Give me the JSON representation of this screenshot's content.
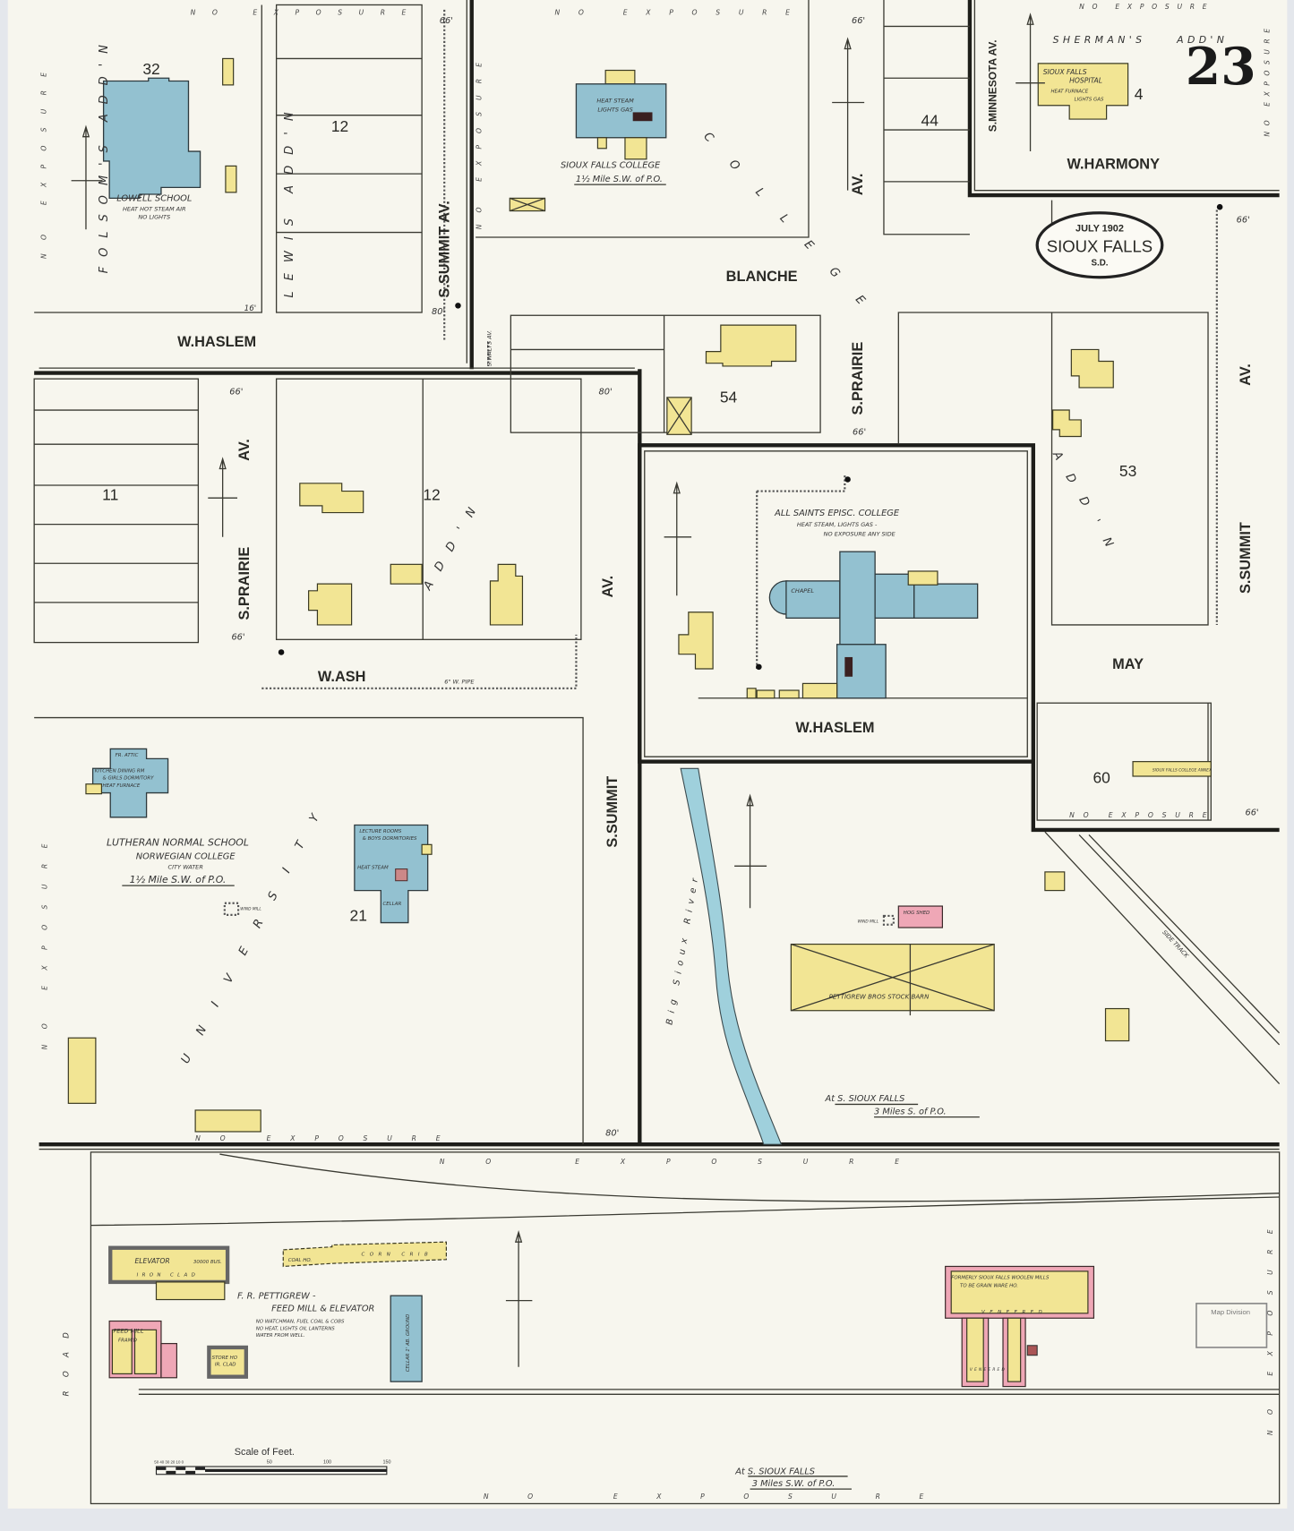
{
  "sheet": {
    "number": "23",
    "date": "JULY 1902",
    "city": "SIOUX FALLS",
    "state": "S.D.",
    "stamp": "Map Division"
  },
  "colors": {
    "brick": "#efa7b6",
    "frame": "#f2e594",
    "stone_or_special": "#93c1d0",
    "river": "#9fd0dc",
    "paper": "#f7f6ee"
  },
  "streets": {
    "w_haslem": "W.HASLEM",
    "s_summit_av": "S.SUMMIT AV.",
    "blanche": "BLANCHE",
    "s_prairie": "S.PRAIRIE",
    "av": "AV.",
    "s_minnesota_av": "S.MINNESOTA AV.",
    "w_harmony": "W.HARMONY",
    "w_ash": "W.ASH",
    "s_summit": "S.SUMMIT",
    "may": "MAY",
    "s_walts_av": "S.WALTS AV.",
    "road": "ROAD",
    "side_track": "SIDE TRACK",
    "river": "Big Sioux River"
  },
  "blocks": [
    "32",
    "12",
    "44",
    "4",
    "54",
    "53",
    "11",
    "12",
    "21",
    "60"
  ],
  "additions": {
    "folsoms": "FOLSOM'S ADD'N",
    "lewis": "LEWIS ADD'N",
    "college": "COLLEGE",
    "shermans": "SHERMAN'S",
    "addn": "ADD'N",
    "university": "UNIVERSITY"
  },
  "no_exposure": "NO EXPOSURE",
  "pipe": "6\" W. PIPE",
  "widths": {
    "w66": "66'",
    "w80": "80'",
    "w16": "16'"
  },
  "buildings": {
    "lowell": {
      "name": "LOWELL SCHOOL",
      "note": "HEAT HOT STEAM AIR",
      "note2": "NO LIGHTS"
    },
    "sf_college": {
      "name": "SIOUX FALLS COLLEGE",
      "dist": "1½ Mile S.W. of P.O.",
      "note": "HEAT STEAM",
      "note2": "LIGHTS GAS"
    },
    "hospital": {
      "name": "SIOUX FALLS",
      "name2": "HOSPITAL",
      "note": "HEAT FURNACE",
      "note2": "LIGHTS GAS"
    },
    "all_saints": {
      "name": "ALL SAINTS EPISC. COLLEGE",
      "note": "HEAT STEAM, LIGHTS GAS -",
      "note2": "NO EXPOSURE ANY SIDE",
      "chapel": "CHAPEL"
    },
    "lutheran": {
      "name": "LUTHERAN NORMAL SCHOOL",
      "name2": "NORWEGIAN COLLEGE",
      "note": "CITY WATER",
      "dist": "1½ Mile S.W. of P.O."
    },
    "kitchen": {
      "name": "KITCHEN DINING RM",
      "name2": "& GIRLS DORMITORY",
      "note": "HEAT FURNACE",
      "attic": "FR. ATTIC"
    },
    "lecture": {
      "name": "LECTURE ROOMS",
      "name2": "& BOYS DORMITORIES",
      "note": "HEAT STEAM",
      "cellar": "CELLAR"
    },
    "wind_mill": "WIND MILL",
    "hog_shed": "HOG SHED",
    "stock_barn": "PETTIGREW BROS STOCK BARN",
    "s_sioux_1": {
      "line1": "At S. SIOUX FALLS",
      "line2": "3 Miles S. of P.O."
    },
    "annex": "SIOUX FALLS COLLEGE ANNEX",
    "elevator": {
      "name": "ELEVATOR",
      "cap": "30000 BUS.",
      "clad": "IRON  CLAD"
    },
    "pettigrew": {
      "name": "F. R. PETTIGREW -",
      "name2": "FEED MILL & ELEVATOR",
      "n1": "NO WATCHMAN, FUEL COAL & COBS",
      "n2": "NO HEAT, LIGHTS OIL LANTERNS",
      "n3": "WATER FROM WELL."
    },
    "feed_mill": {
      "name": "FEED MILL",
      "name2": "FRAM'D"
    },
    "store": {
      "name": "STORE HO",
      "name2": "IR. CLAD"
    },
    "coal": "COAL HO.",
    "corn_crib": "CORN CRIB",
    "cellar": "CELLAR 1' AB. GROUND",
    "woolen": {
      "name": "FORMERLY SIOUX FALLS WOOLEN MILLS",
      "name2": "TO BE GRAIN WARE HO.",
      "veneer": "VENEERED"
    },
    "s_sioux_2": {
      "line1": "At S. SIOUX FALLS",
      "line2": "3 Miles S.W. of P.O."
    }
  },
  "scale": {
    "title": "Scale of Feet.",
    "left": "50 40 30 20 10 0",
    "t50": "50",
    "t100": "100",
    "t150": "150"
  }
}
